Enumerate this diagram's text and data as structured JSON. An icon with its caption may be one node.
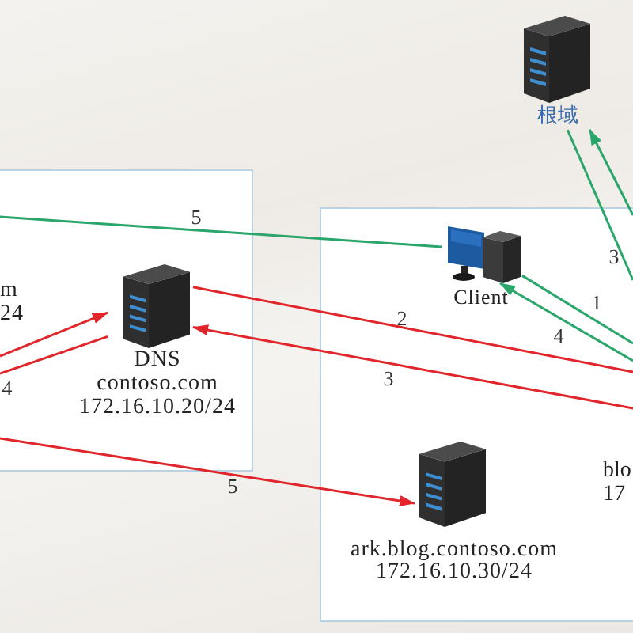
{
  "diagram": {
    "nodes": [
      {
        "text": [
          "根域"
        ]
      },
      {
        "text": [],
        "shape": "box"
      },
      {
        "text": [
          "m",
          "24"
        ],
        "in": 1
      },
      {
        "text": [
          "DNS",
          "contoso.com",
          "172.16.10.20/24"
        ],
        "in": 1
      },
      {
        "text": [],
        "shape": "box"
      },
      {
        "text": [
          "Client"
        ],
        "in": 4
      },
      {
        "text": [
          "ark.blog.contoso.com",
          "172.16.10.30/24"
        ],
        "in": 4
      },
      {
        "text": [
          "blo",
          "17"
        ],
        "in": 4
      }
    ],
    "edges": [
      {
        "from": 1,
        "to": 5,
        "arrow": "none",
        "label": "5",
        "color": "#2aa66a"
      },
      {
        "from": null,
        "to": 3,
        "arrow": "to",
        "color": "#e0262b"
      },
      {
        "from": 3,
        "to": null,
        "arrow": "none",
        "label": "4",
        "color": "#e0262b"
      },
      {
        "from": 1,
        "to": 6,
        "arrow": "to",
        "label": "5",
        "color": "#e0262b"
      },
      {
        "from": 3,
        "to": 4,
        "arrow": "none",
        "label": "2",
        "color": "#e0262b"
      },
      {
        "from": 4,
        "to": 3,
        "arrow": "to",
        "label": "3",
        "color": "#e0262b"
      },
      {
        "from": 5,
        "to": null,
        "arrow": "none",
        "label": "1",
        "color": "#2aa66a"
      },
      {
        "from": null,
        "to": 5,
        "arrow": "to",
        "label": "4",
        "color": "#2aa66a"
      },
      {
        "from": 0,
        "to": 4,
        "arrow": "none",
        "label": "3",
        "color": "#2aa66a"
      },
      {
        "from": 4,
        "to": 0,
        "arrow": "to",
        "color": "#2aa66a"
      }
    ]
  }
}
